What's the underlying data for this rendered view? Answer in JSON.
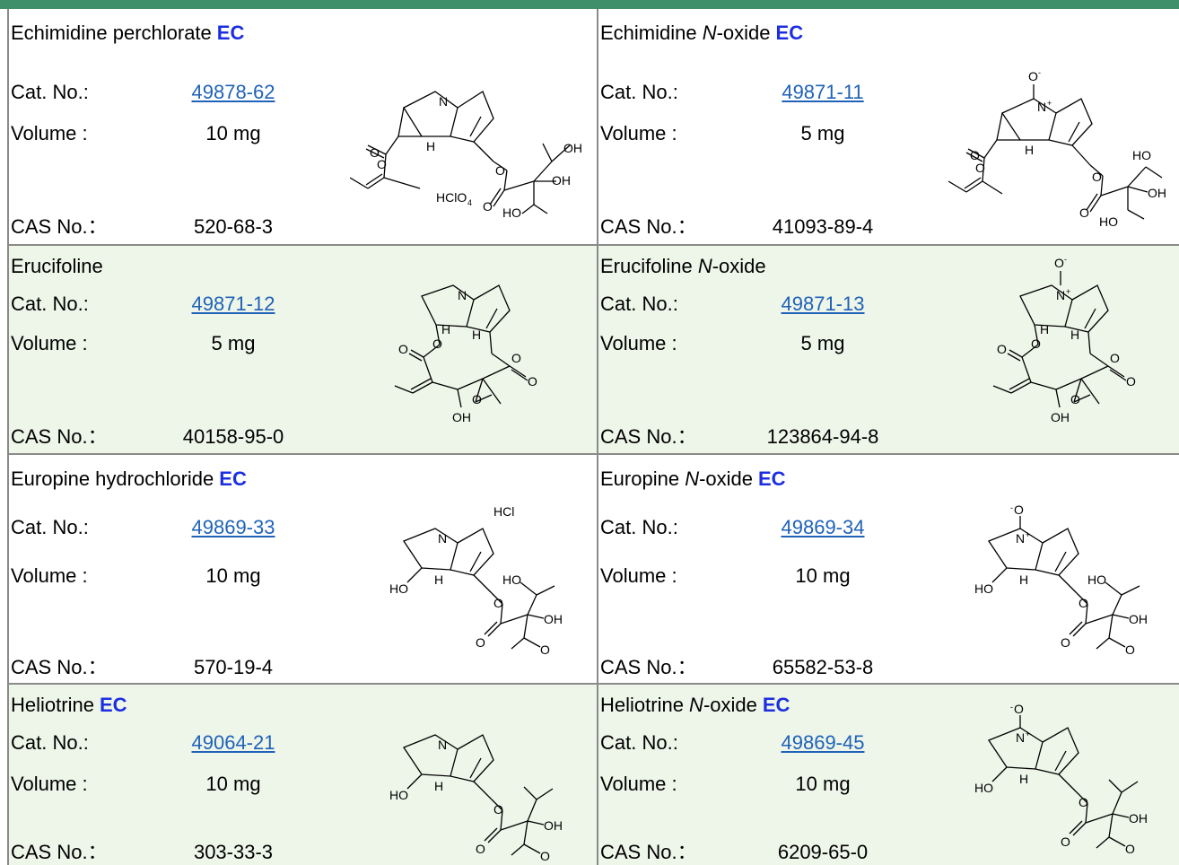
{
  "labels": {
    "cat": "Cat. No.:",
    "volume": "Volume :",
    "cas": "CAS No.："
  },
  "ec_badge": "EC",
  "products": [
    {
      "name": "Echimidine perchlorate",
      "name_suffix": "",
      "ec": true,
      "cat_no": "49878-62",
      "volume": "10 mg",
      "cas_no": "520-68-3"
    },
    {
      "name": "Echimidine ",
      "name_suffix": "N",
      "name_tail": "-oxide",
      "ec": true,
      "cat_no": "49871-11",
      "volume": "5 mg",
      "cas_no": "41093-89-4"
    },
    {
      "name": "Erucifoline",
      "name_suffix": "",
      "ec": false,
      "cat_no": "49871-12",
      "volume": "5 mg",
      "cas_no": "40158-95-0"
    },
    {
      "name": "Erucifoline ",
      "name_suffix": "N",
      "name_tail": "-oxide",
      "ec": false,
      "cat_no": "49871-13",
      "volume": "5 mg",
      "cas_no": "123864-94-8"
    },
    {
      "name": "Europine hydrochloride",
      "name_suffix": "",
      "ec": true,
      "cat_no": "49869-33",
      "volume": "10 mg",
      "cas_no": "570-19-4"
    },
    {
      "name": "Europine ",
      "name_suffix": "N",
      "name_tail": "-oxide",
      "ec": true,
      "cat_no": "49869-34",
      "volume": "10 mg",
      "cas_no": "65582-53-8"
    },
    {
      "name": "Heliotrine",
      "name_suffix": "",
      "ec": true,
      "cat_no": "49064-21",
      "volume": "10 mg",
      "cas_no": "303-33-3"
    },
    {
      "name": "Heliotrine ",
      "name_suffix": "N",
      "name_tail": "-oxide",
      "ec": true,
      "cat_no": "49869-45",
      "volume": "10 mg",
      "cas_no": "6209-65-0"
    }
  ],
  "structure_labels": {
    "n": "N",
    "n_plus": "N",
    "plus": "+",
    "o_minus": "O",
    "minus": "-",
    "h": "H",
    "o": "O",
    "oh": "OH",
    "ho": "HO",
    "hcl": "HCl",
    "hclo4": "HClO",
    "four": "4"
  },
  "colors": {
    "header_bar": "#3f8f6a",
    "shade": "#eef5e9",
    "ec": "#1c2ee0",
    "link": "#1f62b8",
    "border": "#8a8a8a"
  }
}
